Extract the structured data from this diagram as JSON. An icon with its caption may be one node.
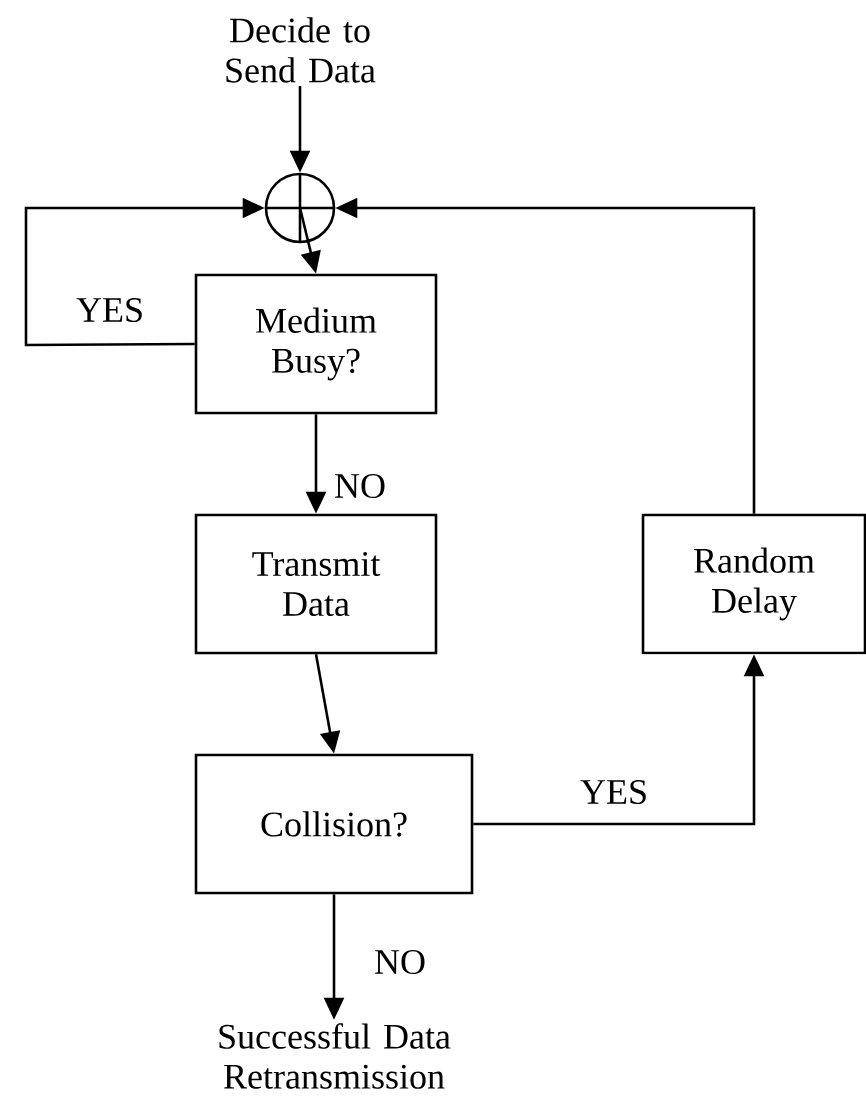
{
  "diagram": {
    "nodes": [
      {
        "text": [
          "Decide to Send Data"
        ]
      },
      {
        "text": [],
        "shape": "circle"
      },
      {
        "text": [
          "Medium Busy?"
        ]
      },
      {
        "text": [
          "Transmit Data"
        ]
      },
      {
        "text": [
          "Random Delay"
        ]
      },
      {
        "text": [
          "Collision?"
        ]
      },
      {
        "text": [
          "Successful Data Retransmission"
        ]
      }
    ],
    "edges": [
      {
        "from": 0,
        "to": 1,
        "arrow": "to"
      },
      {
        "from": 1,
        "to": 2,
        "arrow": "to"
      },
      {
        "from": 2,
        "to": 1,
        "arrow": "to",
        "label": "YES"
      },
      {
        "from": 2,
        "to": 3,
        "arrow": "to",
        "label": "NO"
      },
      {
        "from": 3,
        "to": 5,
        "arrow": "to"
      },
      {
        "from": 5,
        "to": 4,
        "arrow": "to",
        "label": "YES"
      },
      {
        "from": 4,
        "to": 1,
        "arrow": "to"
      },
      {
        "from": 5,
        "to": 6,
        "arrow": "to",
        "label": "NO"
      }
    ]
  }
}
